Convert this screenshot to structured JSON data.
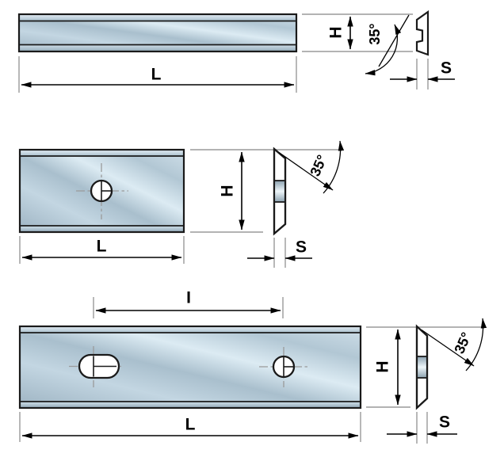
{
  "rows": [
    {
      "name": "reversible knife, no hole",
      "labels": {
        "length": "L",
        "height": "H",
        "thickness": "S",
        "angle": "35°"
      }
    },
    {
      "name": "reversible knife, one hole",
      "labels": {
        "length": "L",
        "height": "H",
        "thickness": "S",
        "angle": "35°"
      }
    },
    {
      "name": "reversible knife, two holes",
      "labels": {
        "length": "L",
        "height": "H",
        "thickness": "S",
        "angle": "35°",
        "hole_spacing": "I"
      }
    }
  ],
  "colors": {
    "background": "#ffffff",
    "outline": "#1a1a1a",
    "dimension_line": "#000000",
    "extension_line": "#9a9a9a",
    "label_text": "#000000",
    "blade_steel_dark": "#9db3c2",
    "blade_steel_light": "#dcebf3",
    "profile_fill": "#cddee9",
    "hole_fill": "#ffffff"
  }
}
